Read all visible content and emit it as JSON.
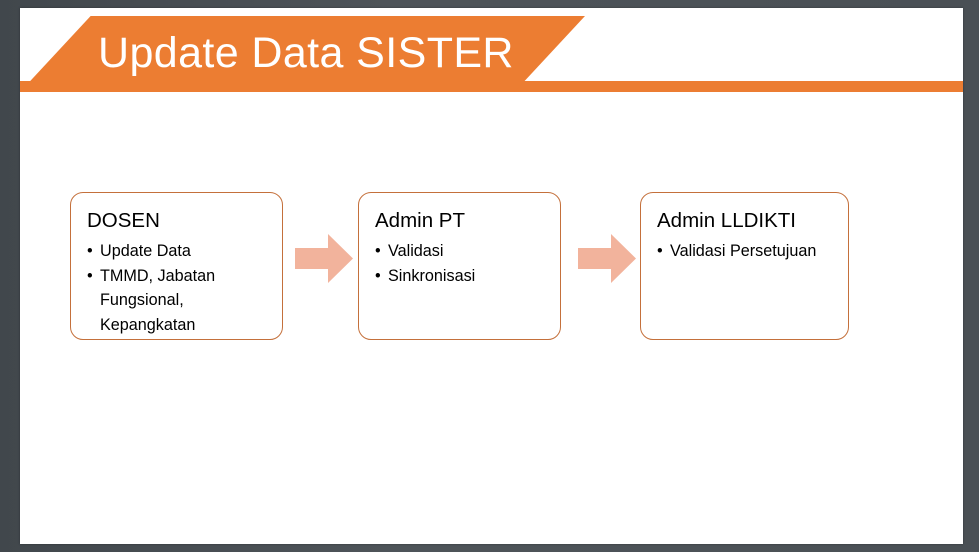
{
  "slide": {
    "title": "Update Data SISTER",
    "accent_color": "#ec7d32",
    "box_border_color": "#c4703b",
    "arrow_color": "#f2b39c",
    "background_color": "#ffffff",
    "frame_color": "#474d52"
  },
  "flow": {
    "bullet_glyph": "•",
    "arrow_icon_name": "right-block-arrow",
    "steps": [
      {
        "heading": "DOSEN",
        "items": [
          "Update Data",
          "TMMD, Jabatan Fungsional, Kepangkatan"
        ]
      },
      {
        "heading": "Admin PT",
        "items": [
          "Validasi",
          "Sinkronisasi"
        ]
      },
      {
        "heading": "Admin LLDIKTI",
        "items": [
          "Validasi Persetujuan"
        ]
      }
    ],
    "arrows": [
      {
        "from": "DOSEN",
        "to": "Admin PT"
      },
      {
        "from": "Admin PT",
        "to": "Admin LLDIKTI"
      }
    ]
  }
}
